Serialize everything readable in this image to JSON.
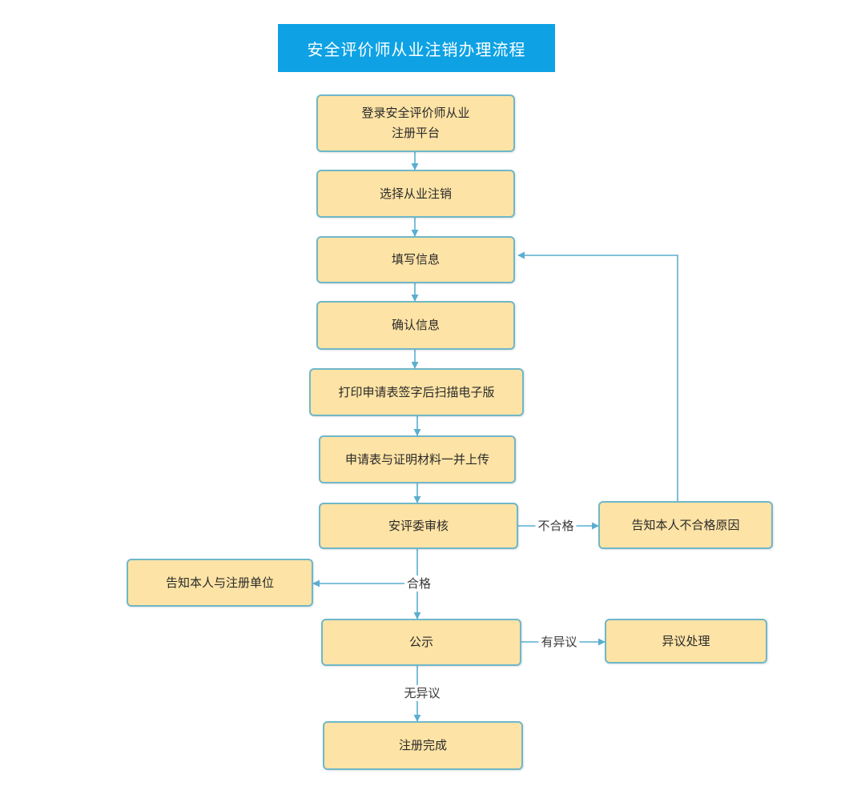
{
  "title": "安全评价师从业注销办理流程",
  "colors": {
    "title_bg": "#0ea2e4",
    "box_fill": "#fde3a5",
    "box_border": "#6fb7c9",
    "connector": "#5aaed0"
  },
  "steps": {
    "login": "登录安全评价师从业\n注册平台",
    "select": "选择从业注销",
    "fill": "填写信息",
    "confirm": "确认信息",
    "print": "打印申请表签字后扫描电子版",
    "upload": "申请表与证明材料一并上传",
    "review": "安评委审核",
    "notify_fail": "告知本人不合格原因",
    "notify_pass": "告知本人与注册单位",
    "publicity": "公示",
    "objection": "异议处理",
    "complete": "注册完成"
  },
  "edges": {
    "fail": "不合格",
    "pass": "合格",
    "has_objection": "有异议",
    "no_objection": "无异议"
  }
}
